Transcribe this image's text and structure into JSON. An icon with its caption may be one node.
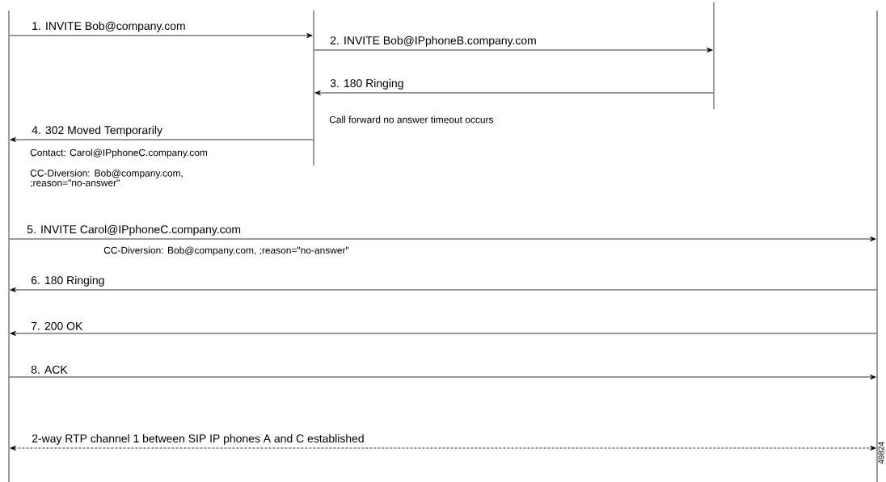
{
  "diagram": {
    "nodes": [
      {
        "text": [],
        "shape": "line"
      },
      {
        "text": [],
        "shape": "line"
      },
      {
        "text": [],
        "shape": "line"
      },
      {
        "text": [],
        "shape": "line"
      }
    ],
    "edges": [
      {
        "from": 0,
        "to": 1,
        "arrow": "to",
        "label": "1. INVITE Bob@company.com"
      },
      {
        "from": 1,
        "to": 2,
        "arrow": "to",
        "label": "2. INVITE Bob@IPphoneB.company.com"
      },
      {
        "from": 2,
        "to": 1,
        "arrow": "to",
        "label": "3. 180 Ringing"
      },
      {
        "from": 1,
        "to": 0,
        "arrow": "to",
        "label": "4. 302 Moved Temporarily"
      },
      {
        "from": 0,
        "to": 3,
        "arrow": "to",
        "label": "5. INVITE Carol@IPphoneC.company.com"
      },
      {
        "from": 3,
        "to": 0,
        "arrow": "to",
        "label": "6. 180 Ringing"
      },
      {
        "from": 3,
        "to": 0,
        "arrow": "to",
        "label": "7. 200 OK"
      },
      {
        "from": 0,
        "to": 3,
        "arrow": "to",
        "label": "8. ACK"
      },
      {
        "from": 0,
        "to": 3,
        "arrow": "both",
        "style": "dashed",
        "label": "2-way RTP channel 1 between SIP IP phones A and C established"
      }
    ],
    "labels": [
      "Call forward no answer timeout occurs",
      "Contact: Carol@IPphoneC.company.com",
      "CC-Diversion: Bob@company.com, ;reason=\"no-answer\"",
      "CC-Diversion: Bob@company.com, ;reason=\"no-answer\"",
      "49824"
    ]
  }
}
